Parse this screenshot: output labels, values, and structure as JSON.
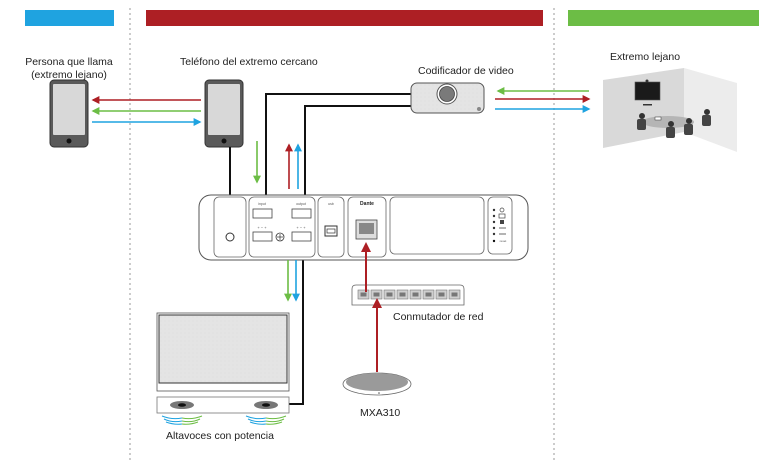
{
  "colors": {
    "blue": "#1fa3e0",
    "red": "#ad1f24",
    "green": "#6cbd45",
    "cable": "#111111",
    "device_fill": "#e6e6e6",
    "device_stroke": "#555555",
    "phone_body": "#5a5a5a",
    "phone_screen": "#d8d8d8"
  },
  "zones": [
    {
      "name": "far-end-caller",
      "color_key": "blue"
    },
    {
      "name": "near-end",
      "color_key": "red"
    },
    {
      "name": "far-end",
      "color_key": "green"
    }
  ],
  "labels": {
    "caller_line1": "Persona que llama",
    "caller_line2": "(extremo lejano)",
    "near_phone": "Teléfono del extremo cercano",
    "video_codec": "Codificador de video",
    "far_end": "Extremo lejano",
    "network_switch": "Conmutador de red",
    "microphone": "MXA310",
    "speakers": "Altavoces con potencia"
  },
  "device": {
    "input_label": "input",
    "output_label": "output",
    "usb_label": "usb",
    "dante_label": "Dante",
    "pin_labels": "+ − +",
    "reset_label": "reset",
    "status_leds": [
      "power",
      "network",
      "audio",
      "encryption",
      "usb",
      "reset"
    ]
  },
  "switch": {
    "port_count": 8
  },
  "signal_flows": [
    {
      "from": "near-phone",
      "to": "caller-phone",
      "color_key": "red"
    },
    {
      "from": "near-phone",
      "to": "caller-phone",
      "color_key": "green"
    },
    {
      "from": "caller-phone",
      "to": "near-phone",
      "color_key": "blue"
    },
    {
      "from": "far-end",
      "to": "video-codec",
      "color_key": "green"
    },
    {
      "from": "video-codec",
      "to": "far-end",
      "color_key": "red"
    },
    {
      "from": "video-codec",
      "to": "far-end",
      "color_key": "blue"
    },
    {
      "from": "near-phone",
      "to": "device-input",
      "color_key": "green"
    },
    {
      "from": "device-output",
      "to": "near-phone",
      "color_key": "red"
    },
    {
      "from": "device-output",
      "to": "near-phone",
      "color_key": "blue"
    },
    {
      "from": "device",
      "to": "speakers",
      "color_key": "green"
    },
    {
      "from": "device",
      "to": "speakers",
      "color_key": "blue"
    },
    {
      "from": "microphone",
      "to": "network-switch",
      "color_key": "red"
    },
    {
      "from": "network-switch",
      "to": "device-dante",
      "color_key": "red"
    }
  ]
}
